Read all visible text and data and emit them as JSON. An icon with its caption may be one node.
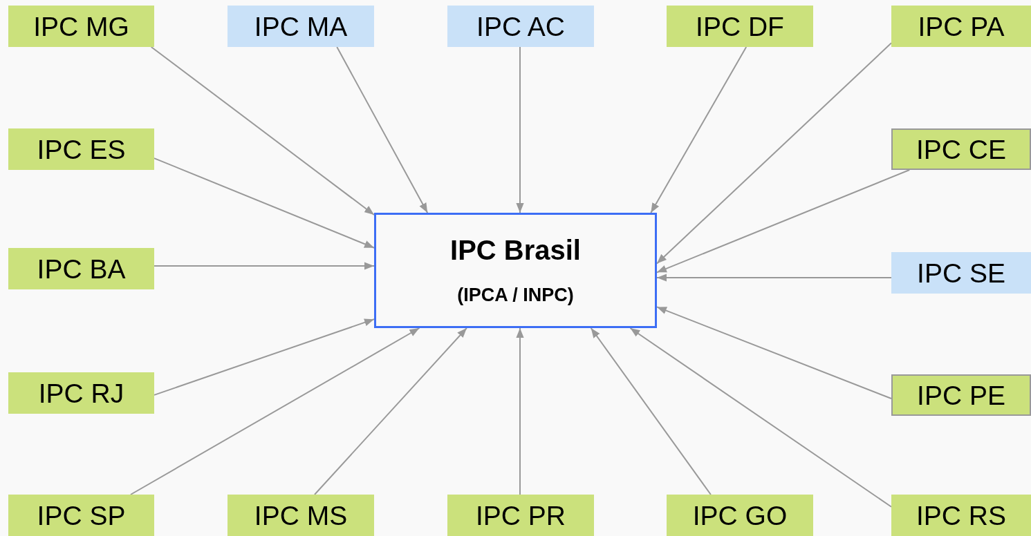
{
  "diagram": {
    "nodes": [
      {
        "text": [
          "IPC MG"
        ]
      },
      {
        "text": [
          "IPC MA"
        ]
      },
      {
        "text": [
          "IPC AC"
        ]
      },
      {
        "text": [
          "IPC DF"
        ]
      },
      {
        "text": [
          "IPC PA"
        ]
      },
      {
        "text": [
          "IPC ES"
        ]
      },
      {
        "text": [
          "IPC CE"
        ]
      },
      {
        "text": [
          "IPC BA"
        ]
      },
      {
        "text": [
          "IPC Brasil",
          "(IPCA / INPC)"
        ]
      },
      {
        "text": [
          "IPC SE"
        ]
      },
      {
        "text": [
          "IPC RJ"
        ]
      },
      {
        "text": [
          "IPC PE"
        ]
      },
      {
        "text": [
          "IPC SP"
        ]
      },
      {
        "text": [
          "IPC MS"
        ]
      },
      {
        "text": [
          "IPC PR"
        ]
      },
      {
        "text": [
          "IPC GO"
        ]
      },
      {
        "text": [
          "IPC RS"
        ]
      }
    ],
    "edges": [
      {
        "from": 0,
        "to": 8,
        "arrow": "to"
      },
      {
        "from": 1,
        "to": 8,
        "arrow": "to"
      },
      {
        "from": 2,
        "to": 8,
        "arrow": "to"
      },
      {
        "from": 3,
        "to": 8,
        "arrow": "to"
      },
      {
        "from": 4,
        "to": 8,
        "arrow": "to"
      },
      {
        "from": 5,
        "to": 8,
        "arrow": "to"
      },
      {
        "from": 6,
        "to": 8,
        "arrow": "to"
      },
      {
        "from": 7,
        "to": 8,
        "arrow": "to"
      },
      {
        "from": 9,
        "to": 8,
        "arrow": "to"
      },
      {
        "from": 10,
        "to": 8,
        "arrow": "to"
      },
      {
        "from": 11,
        "to": 8,
        "arrow": "to"
      },
      {
        "from": 12,
        "to": 8,
        "arrow": "to"
      },
      {
        "from": 13,
        "to": 8,
        "arrow": "to"
      },
      {
        "from": 14,
        "to": 8,
        "arrow": "to"
      },
      {
        "from": 15,
        "to": 8,
        "arrow": "to"
      },
      {
        "from": 16,
        "to": 8,
        "arrow": "to"
      }
    ]
  }
}
